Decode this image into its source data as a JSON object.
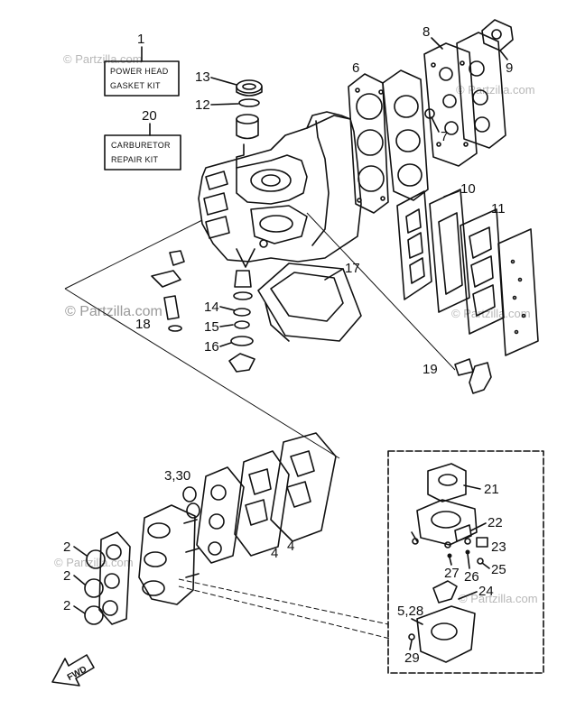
{
  "watermark": "© Partzilla.com",
  "kits": {
    "power_head": {
      "ref": "1",
      "line1": "POWER HEAD",
      "line2": "GASKET KIT"
    },
    "carburetor": {
      "ref": "20",
      "line1": "CARBURETOR",
      "line2": "REPAIR KIT"
    }
  },
  "fwd_label": "FWD",
  "callouts": {
    "n13": "13",
    "n12": "12",
    "n6": "6",
    "n8": "8",
    "n9": "9",
    "n7": "7",
    "n10": "10",
    "n11": "11",
    "n17": "17",
    "n14": "14",
    "n15": "15",
    "n16": "16",
    "n18": "18",
    "n19": "19",
    "n21": "21",
    "n22": "22",
    "n23": "23",
    "n27": "27",
    "n26": "26",
    "n25": "25",
    "n24": "24",
    "n528": "5,28",
    "n29": "29",
    "n330": "3,30",
    "n4a": "4",
    "n4b": "4",
    "n2a": "2",
    "n2b": "2",
    "n2c": "2"
  }
}
